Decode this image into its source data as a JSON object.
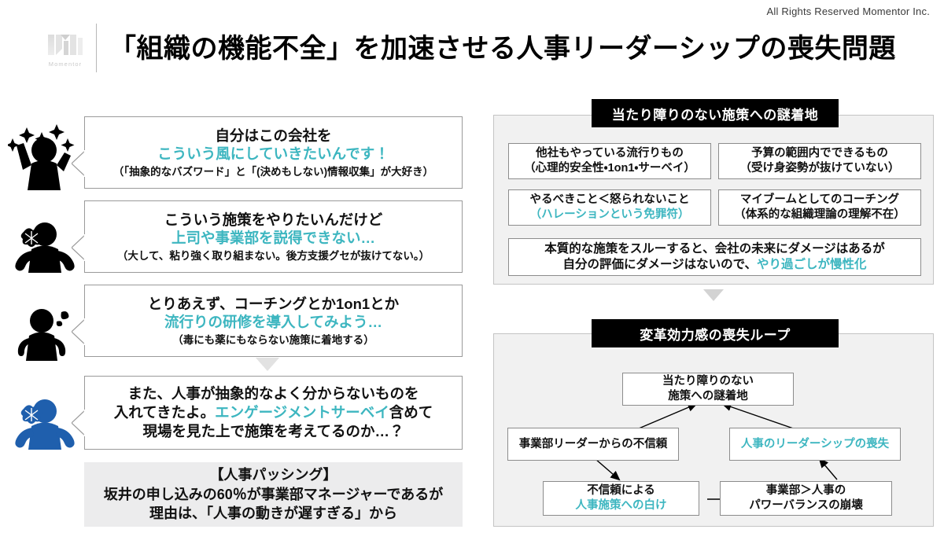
{
  "header": {
    "copyright": "All Rights Reserved Momentor Inc.",
    "logo_word": "Momentor",
    "title": "「組織の機能不全」を加速させる人事リーダーシップの喪失問題"
  },
  "left_column": {
    "bubbles": [
      {
        "icon": "person-cheering-icon",
        "icon_color": "#000000",
        "line1": "自分はこの会社を",
        "line2": "こういう風にしていきたいんです！",
        "line3": "（「抽象的なバズワード」と「(決めもしない)情報収集」が大好き）"
      },
      {
        "icon": "person-shrugging-icon",
        "icon_color": "#000000",
        "line1": "こういう施策をやりたいんだけど",
        "line2": "上司や事業部を説得できない…",
        "line3": "（大して、粘り強く取り組まない。後方支援グセが抜けてない。）"
      },
      {
        "icon": "person-hands-on-hips-icon",
        "icon_color": "#000000",
        "line1": "とりあえず、コーチングとか1on1とか",
        "line2": "流行りの研修を導入してみよう…",
        "line3": "（毒にも薬にもならない施策に着地する）"
      },
      {
        "icon": "person-shrugging-blue-icon",
        "icon_color": "#1f5fad",
        "line1": "また、人事が抽象的なよく分からないものを",
        "line2_pre": "入れてきたよ。",
        "line2_hl": "エンゲージメントサーベイ",
        "line2_post": "含めて",
        "line3_plain": "現場を見た上で施策を考えてるのか…？"
      }
    ],
    "summary_box": {
      "line1": "【人事パッシング】",
      "line2": "坂井の申し込みの60％が事業部マネージャーであるが",
      "line3": "理由は、「人事の動きが遅すぎる」から"
    }
  },
  "right_column": {
    "panel_top": {
      "title": "当たり障りのない施策への謎着地",
      "boxes": [
        {
          "t1": "他社もやっている流行りもの",
          "t2": "（心理的安全性・1on1・サーベイ）",
          "t2_teal": false
        },
        {
          "t1": "予算の範囲内でできるもの",
          "t2": "（受け身姿勢が抜けていない）",
          "t2_teal": false
        },
        {
          "t1": "やるべきこと＜怒られないこと",
          "t2": "（ハレーションという免罪符）",
          "t2_teal": true
        },
        {
          "t1": "マイブームとしてのコーチング",
          "t2": "（体系的な組織理論の理解不在）",
          "t2_teal": false
        }
      ],
      "wide_box": {
        "line1": "本質的な施策をスルーすると、会社の未来にダメージはあるが",
        "line2_pre": "自分の評価にダメージはないので、",
        "line2_hl": "やり過ごしが慢性化"
      }
    },
    "panel_bottom": {
      "title": "変革効力感の喪失ループ",
      "nodes": [
        {
          "id": "node-top",
          "l1": "当たり障りのない",
          "l2": "施策への謎着地",
          "teal": false
        },
        {
          "id": "node-distrust",
          "l1": "事業部リーダーからの不信頼",
          "l2": "",
          "teal": false
        },
        {
          "id": "node-hr-loss",
          "l1": "人事のリーダーシップの喪失",
          "l2": "",
          "teal": true
        },
        {
          "id": "node-coolness",
          "l1": "不信頼による",
          "l2": "人事施策への白け",
          "teal": false,
          "l2_teal": true
        },
        {
          "id": "node-power",
          "l1": "事業部＞人事の",
          "l2": "パワーバランスの崩壊",
          "teal": false
        }
      ]
    }
  },
  "colors": {
    "accent_teal": "#3db6c0",
    "accent_blue": "#1f5fad",
    "panel_bg": "#f1f1f1",
    "title_bar": "#000000",
    "gray_box": "#ececed"
  }
}
